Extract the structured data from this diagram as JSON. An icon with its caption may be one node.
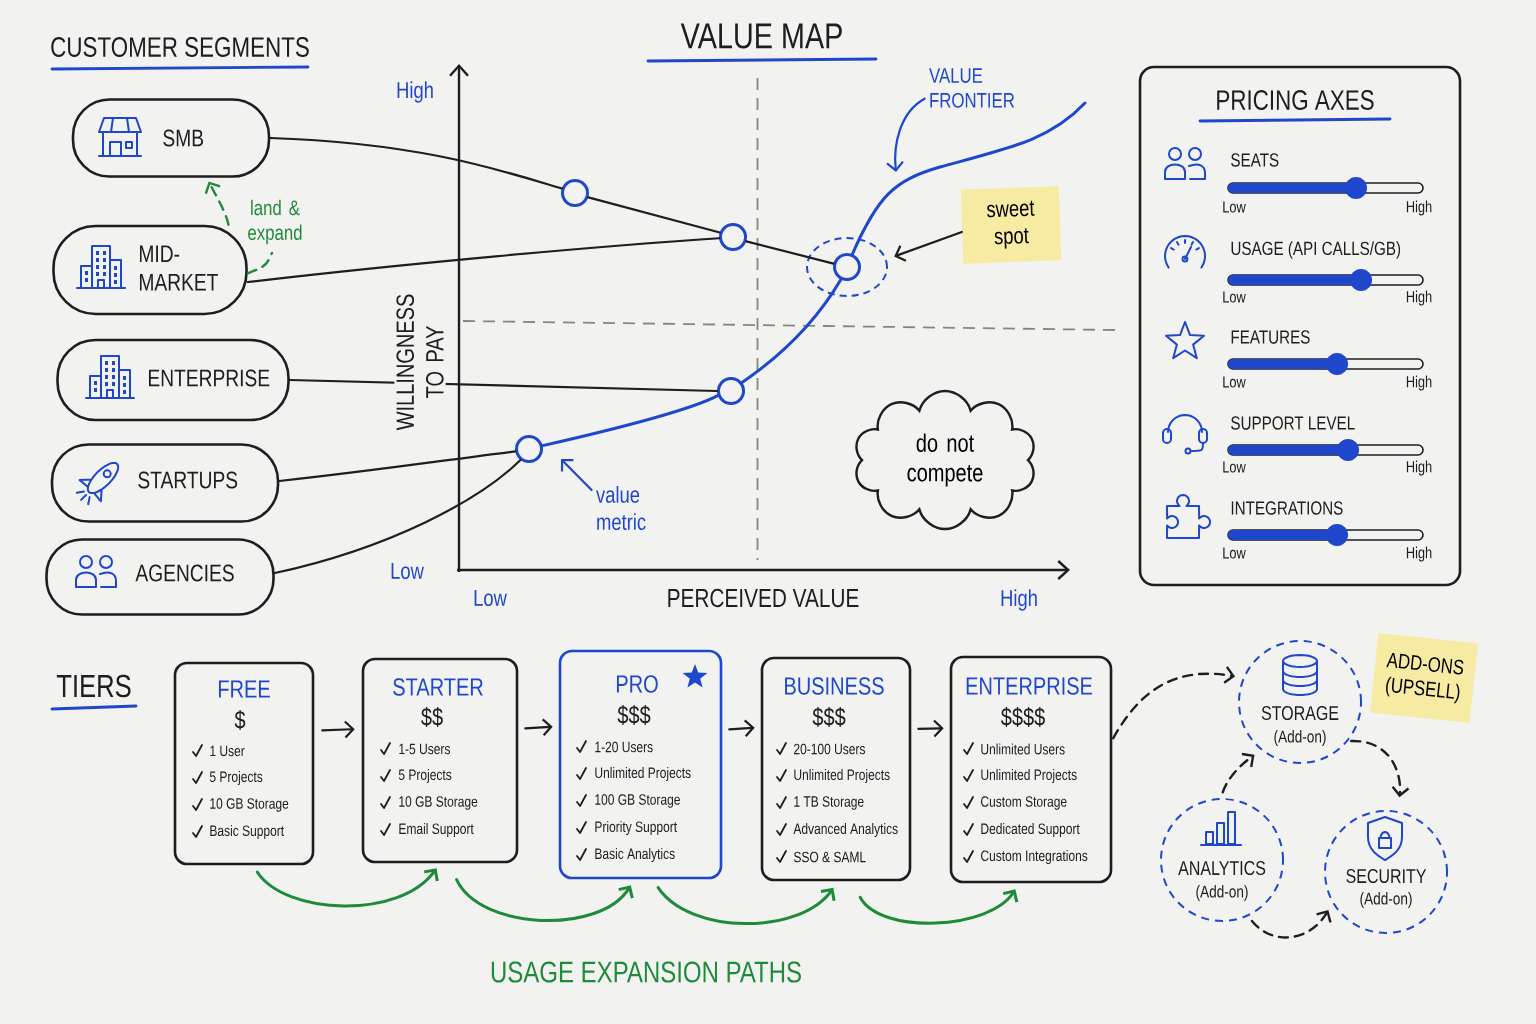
{
  "diagram": {
    "nodes": [
      {
        "text": [
          "SMB"
        ]
      },
      {
        "text": [
          "MID- MARKET"
        ]
      },
      {
        "text": [
          "ENTERPRISE"
        ]
      },
      {
        "text": [
          "STARTUPS"
        ]
      },
      {
        "text": [
          "AGENCIES"
        ]
      },
      {
        "text": [],
        "shape": "circle"
      },
      {
        "text": [],
        "shape": "circle"
      },
      {
        "text": [],
        "shape": "ellipse"
      },
      {
        "text": [],
        "shape": "circle",
        "in": 7
      },
      {
        "text": [],
        "shape": "circle"
      },
      {
        "text": [],
        "shape": "circle"
      },
      {
        "text": [
          "VALUE FRONTIER"
        ]
      },
      {
        "text": [
          "sweet spot"
        ]
      },
      {
        "text": [
          "value metric"
        ]
      },
      {
        "text": [
          "do not compete"
        ]
      },
      {
        "text": [
          "PRICING AXES",
          "SEATS",
          "Low",
          "High",
          "USAGE (API CALLS/GB)",
          "Low",
          "High",
          "FEATURES",
          "Low",
          "High",
          "SUPPORT LEVEL",
          "Low",
          "High",
          "INTEGRATIONS",
          "Low",
          "High"
        ]
      },
      {
        "text": [
          "FREE",
          "$",
          "1 User",
          "5 Projects",
          "10 GB Storage",
          "Basic Support"
        ]
      },
      {
        "text": [
          "STARTER",
          "$$",
          "1-5 Users",
          "5 Projects",
          "10 GB Storage",
          "Email Support"
        ]
      },
      {
        "text": [
          "PRO",
          "$$$",
          "1-20 Users",
          "Unlimited Projects",
          "100 GB Storage",
          "Priority Support",
          "Basic Analytics"
        ]
      },
      {
        "text": [
          "BUSINESS",
          "$$$",
          "20-100 Users",
          "Unlimited Projects",
          "1 TB Storage",
          "Advanced Analytics",
          "SSO & SAML"
        ]
      },
      {
        "text": [
          "ENTERPRISE",
          "$$$$",
          "Unlimited Users",
          "Unlimited Projects",
          "Custom Storage",
          "Dedicated Support",
          "Custom Integrations"
        ]
      },
      {
        "text": [
          "STORAGE",
          "(Add-on)"
        ]
      },
      {
        "text": [
          "ADD-ONS (UPSELL)"
        ]
      },
      {
        "text": [
          "ANALYTICS",
          "(Add-on)"
        ]
      },
      {
        "text": [
          "SECURITY",
          "(Add-on)"
        ]
      }
    ],
    "edges": [
      {
        "from": 0,
        "to": 5,
        "arrow": "none"
      },
      {
        "from": 5,
        "to": 6,
        "arrow": "none"
      },
      {
        "from": 6,
        "to": 8,
        "arrow": "none"
      },
      {
        "from": 1,
        "to": 6,
        "arrow": "none"
      },
      {
        "from": 2,
        "to": 9,
        "arrow": "none"
      },
      {
        "from": 3,
        "to": 10,
        "arrow": "none"
      },
      {
        "from": 4,
        "to": 10,
        "arrow": "none"
      },
      {
        "from": 10,
        "to": 9,
        "arrow": "none",
        "color": "#1f47cc"
      },
      {
        "from": 9,
        "to": 8,
        "arrow": "none",
        "color": "#1f47cc"
      },
      {
        "from": 11,
        "to": null,
        "arrow": "to",
        "color": "#1f47cc"
      },
      {
        "from": 12,
        "to": 7,
        "arrow": "to"
      },
      {
        "from": 13,
        "to": null,
        "arrow": "to",
        "color": "#1f47cc"
      },
      {
        "from": 1,
        "to": 0,
        "arrow": "to",
        "label": "land & expand",
        "style": "dashed",
        "color": "#1e8a3a"
      },
      {
        "from": 16,
        "to": 17,
        "arrow": "to"
      },
      {
        "from": 17,
        "to": 18,
        "arrow": "to"
      },
      {
        "from": 18,
        "to": 19,
        "arrow": "to"
      },
      {
        "from": 19,
        "to": 20,
        "arrow": "to"
      },
      {
        "from": 16,
        "to": 17,
        "arrow": "to",
        "color": "#1e8a3a"
      },
      {
        "from": 17,
        "to": 18,
        "arrow": "to",
        "color": "#1e8a3a"
      },
      {
        "from": 18,
        "to": 19,
        "arrow": "to",
        "color": "#1e8a3a"
      },
      {
        "from": 19,
        "to": 20,
        "arrow": "to",
        "color": "#1e8a3a"
      },
      {
        "from": 20,
        "to": 21,
        "arrow": "to",
        "style": "dashed"
      },
      {
        "from": 23,
        "to": 21,
        "arrow": "to",
        "style": "dashed"
      },
      {
        "from": 21,
        "to": 24,
        "arrow": "to",
        "style": "dashed"
      },
      {
        "from": 23,
        "to": 24,
        "arrow": "to",
        "style": "dashed"
      }
    ],
    "labels": [
      "CUSTOMER SEGMENTS",
      "VALUE MAP",
      "High",
      "WILLINGNESS TO PAY",
      "Low",
      "Low",
      "PERCEIVED VALUE",
      "High",
      "TIERS",
      "USAGE EXPANSION PATHS"
    ]
  }
}
